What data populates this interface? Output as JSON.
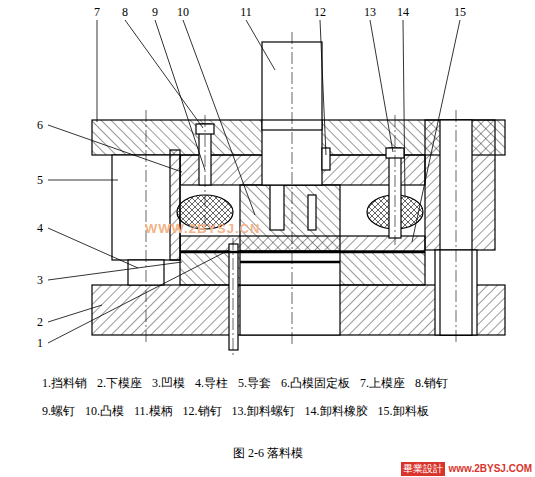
{
  "diagram": {
    "caption": "图 2-6 落料模",
    "labels": [
      "1",
      "2",
      "3",
      "4",
      "5",
      "6",
      "7",
      "8",
      "9",
      "10",
      "11",
      "12",
      "13",
      "14",
      "15",
      "1.挡料销",
      "2.下模座",
      "3.凹模",
      "4.导柱",
      "5.导套",
      "6.凸模固定板",
      "7.上模座",
      "8.销钉",
      "9.螺钉",
      "10.凸模",
      "11.模柄",
      "12.销钉",
      "13.卸料螺钉",
      "14.卸料橡胶",
      "15.卸料板",
      "WWW.2BYSJ.CN",
      "畢業設計",
      "www.2BYSJ.COM"
    ]
  }
}
